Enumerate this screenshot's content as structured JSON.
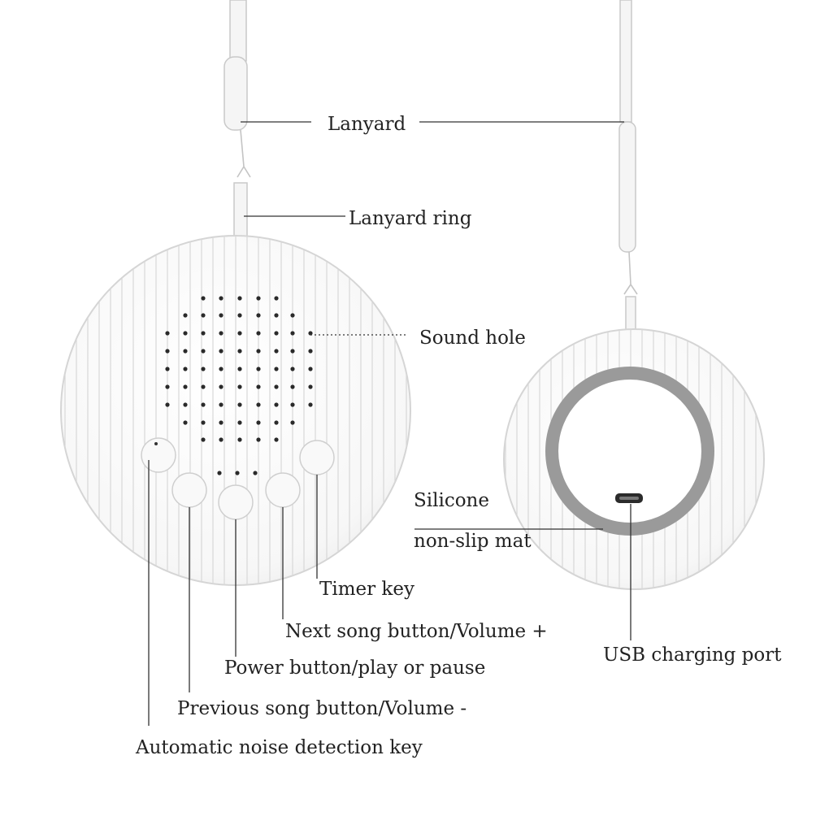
{
  "colors": {
    "background": "#ffffff",
    "device_body": "#f7f7f7",
    "rib_line": "#d8d8d8",
    "mat_ring": "#9a9a9a",
    "label_text": "#222222",
    "speaker_dot": "#2a2a2a"
  },
  "labels": {
    "lanyard": "Lanyard",
    "lanyard_ring": "Lanyard ring",
    "sound_hole": "Sound hole",
    "silicone_line1": "Silicone",
    "silicone_line2": "non-slip mat",
    "timer_key": "Timer key",
    "next_song": "Next song button/Volume +",
    "power": "Power button/play or pause",
    "previous_song": "Previous song button/Volume -",
    "noise_detection": "Automatic noise detection key",
    "usb_port": "USB charging port"
  },
  "icons": {
    "front_device": "white-noise-machine-front-icon",
    "back_device": "white-noise-machine-back-icon",
    "usb": "micro-usb-port-icon"
  }
}
